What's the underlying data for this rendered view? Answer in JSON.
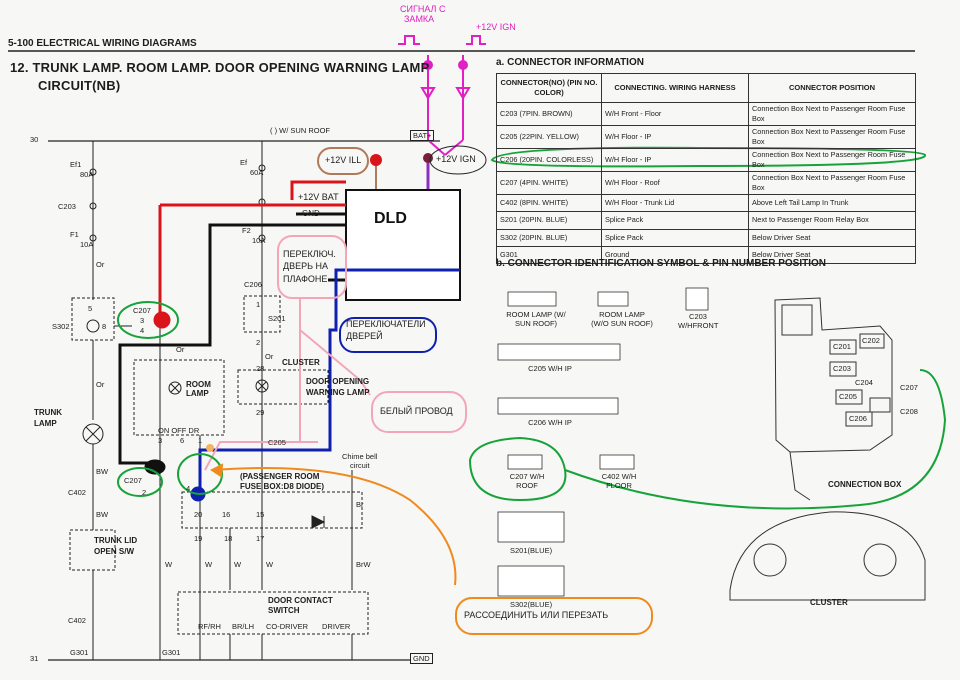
{
  "header": {
    "page_ref": "5-100 ELECTRICAL WIRING DIAGRAMS",
    "title_line1": "12. TRUNK LAMP. ROOM LAMP. DOOR OPENING WARNING LAMP",
    "title_line2": "CIRCUIT(NB)"
  },
  "connector_info": {
    "heading": "a. CONNECTOR INFORMATION",
    "columns": [
      "CONNECTOR(NO) (PIN NO. COLOR)",
      "CONNECTING. WIRING HARNESS",
      "CONNECTOR POSITION"
    ],
    "rows": [
      [
        "C203 (7PIN. BROWN)",
        "W/H Front - Floor",
        "Connection Box Next to Passenger Room Fuse Box"
      ],
      [
        "C205 (22PIN. YELLOW)",
        "W/H Floor - IP",
        "Connection Box Next to Passenger Room Fuse Box"
      ],
      [
        "C206 (20PIN. COLORLESS)",
        "W/H Floor - IP",
        "Connection Box Next to Passenger Room Fuse Box"
      ],
      [
        "C207 (4PIN. WHITE)",
        "W/H Floor - Roof",
        "Connection Box Next to Passenger Room Fuse Box"
      ],
      [
        "C402 (8PIN. WHITE)",
        "W/H Floor - Trunk Lid",
        "Above Left Tail Lamp In Trunk"
      ],
      [
        "S201 (20PIN. BLUE)",
        "Splice Pack",
        "Next to Passenger Room Relay Box"
      ],
      [
        "S302 (20PIN. BLUE)",
        "Splice Pack",
        "Below Driver Seat"
      ],
      [
        "G301",
        "Ground",
        "Below Driver Seat"
      ]
    ]
  },
  "connector_id": {
    "heading": "b. CONNECTOR IDENTIFICATION SYMBOL & PIN NUMBER POSITION",
    "items": {
      "room_lamp_sunroof": "ROOM LAMP (W/ SUN ROOF)",
      "room_lamp_no_sunroof": "ROOM LAMP (W/O SUN ROOF)",
      "c203": "C203 W/HFRONT",
      "c205": "C205 W/H IP",
      "c206": "C206 W/H IP",
      "c207": "C207 W/H ROOF",
      "c402": "C402 W/H FLOOR",
      "s201": "S201(BLUE)",
      "s302": "S302(BLUE)",
      "connection_box": "CONNECTION BOX",
      "cluster": "CLUSTER",
      "cb_labels": [
        "C201",
        "C202",
        "C203",
        "C204",
        "C205",
        "C206",
        "C207",
        "C208"
      ]
    }
  },
  "circuit": {
    "line30": "30",
    "line31": "31",
    "sunroof": "( ) W/ SUN ROOF",
    "bat": "BAT+",
    "gnd": "GND",
    "ef1": "Ef1",
    "ef1_amp": "80A",
    "ef_right": "Ef",
    "ef_right_amp": "60A",
    "f1": "F1",
    "f1_amp": "10A",
    "f2": "F2",
    "f2_amp": "10A",
    "c203": "C203",
    "s302": "S302",
    "s201": "S201",
    "c206": "C206",
    "c207": "C207",
    "c205": "C205",
    "c402": "C402",
    "g301": "G301",
    "or": "Or",
    "bw": "BW",
    "w": "W",
    "br": "Br",
    "brw": "BrW",
    "room_lamp": "ROOM LAMP",
    "on_off_dr": "ON OFF DR",
    "cluster": "CLUSTER",
    "door_warn_1": "DOOR OPENING",
    "door_warn_2": "WARNING LAMP",
    "trunk_lamp_1": "TRUNK",
    "trunk_lamp_2": "LAMP",
    "trunk_sw_1": "TRUNK LID",
    "trunk_sw_2": "OPEN S/W",
    "chime_1": "Chime bell",
    "chime_2": "circuit",
    "fusebox_1": "(PASSENGER ROOM",
    "fusebox_2": "FUSE BOX:D8 DIODE)",
    "door_sw_1": "DOOR CONTACT",
    "door_sw_2": "SWITCH",
    "door_labels": [
      "RF/RH",
      "BR/LH",
      "CO-DRIVER",
      "DRIVER"
    ],
    "pins": [
      "5",
      "8",
      "3",
      "4",
      "1",
      "2",
      "2",
      "29",
      "28",
      "20",
      "16",
      "15",
      "19",
      "18",
      "17",
      "3",
      "6",
      "1",
      "4"
    ]
  },
  "annotations": {
    "lock_signal_1": "СИГНАЛ С",
    "lock_signal_2": "ЗАМКА",
    "ign_top": "+12V IGN",
    "ill": "+12V ILL",
    "ign": "+12V IGN",
    "bat": "+12V BAT",
    "gnd": "GND",
    "dld": "DLD",
    "switch_1": "ПЕРЕКЛЮЧ.",
    "switch_2": "ДВЕРЬ НА",
    "switch_3": "ПЛАФОНЕ",
    "door_sw_1": "ПЕРЕКЛЮЧАТЕЛИ",
    "door_sw_2": "ДВЕРЕЙ",
    "white_wire": "БЕЛЫЙ ПРОВОД",
    "disconnect": "РАССОЕДИНИТЬ ИЛИ ПЕРЕЗАТЬ"
  },
  "colors": {
    "red": "#d9141b",
    "green": "#18a33a",
    "blue": "#0f1fae",
    "pink": "#f3a6b8",
    "orange": "#f08a1d",
    "magenta": "#e11fc4",
    "purple": "#8b2fc0",
    "brown": "#b07a5a"
  }
}
